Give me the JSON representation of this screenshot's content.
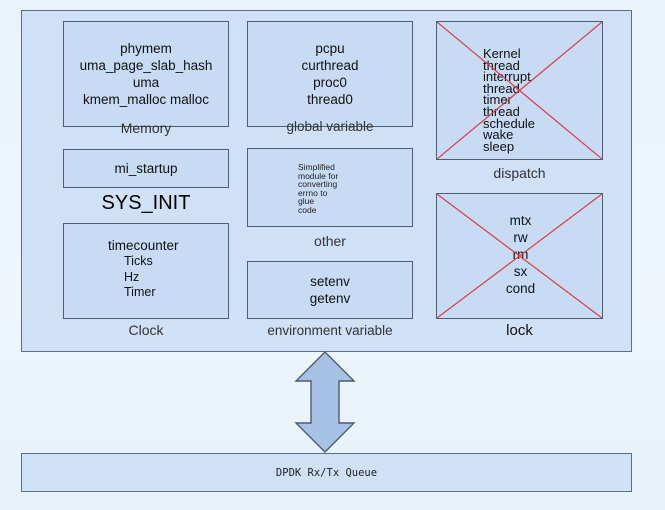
{
  "memory": {
    "items": [
      "phymem",
      "uma_page_slab_hash",
      "uma",
      "kmem_malloc malloc"
    ],
    "caption": "Memory"
  },
  "global_variable": {
    "items": [
      "pcpu",
      "curthread",
      "proc0",
      "thread0"
    ],
    "caption": "global variable"
  },
  "dispatch": {
    "items": [
      "Kernel",
      "thread",
      "interrupt",
      "thread",
      "timer",
      "thread",
      "schedule",
      "wake",
      "sleep"
    ],
    "caption": "dispatch"
  },
  "startup": {
    "item": "mi_startup",
    "caption": "SYS_INIT"
  },
  "other": {
    "items": [
      "Simplified",
      "module for",
      "converting",
      "errno to",
      "glue",
      "code"
    ],
    "caption": "other"
  },
  "clock": {
    "title": "timecounter",
    "items": [
      "Ticks",
      "Hz",
      "Timer"
    ],
    "caption": "Clock"
  },
  "environment": {
    "items": [
      "setenv",
      "getenv"
    ],
    "caption": "environment variable"
  },
  "lock": {
    "items": [
      "mtx",
      "rw",
      "rm",
      "sx",
      "cond"
    ],
    "caption": "lock"
  },
  "queue": {
    "label": "DPDK Rx/Tx Queue"
  },
  "colors": {
    "box_fill": "#c7dbf5",
    "frame_fill": "#cfe0f7",
    "cross": "#e0393e",
    "arrow_fill": "#a8c2e6",
    "arrow_stroke": "#4a5b74"
  }
}
